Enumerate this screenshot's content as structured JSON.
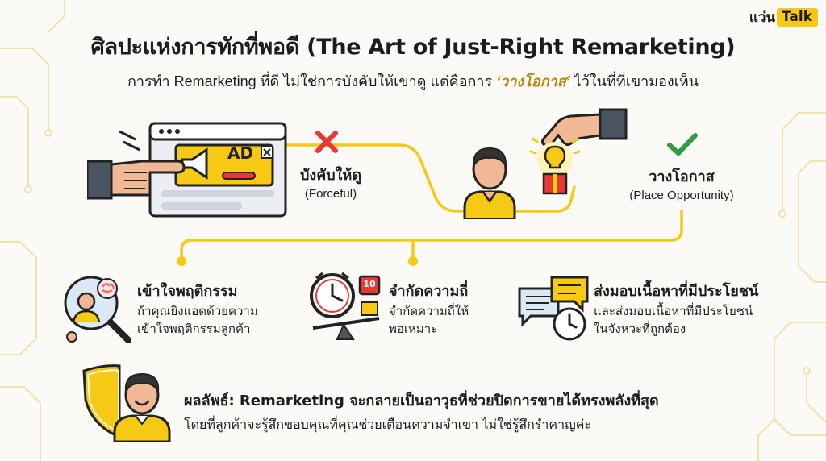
{
  "logo": {
    "prefix": "แว่น",
    "suffix": "Talk"
  },
  "title": "ศิลปะแห่งการทักที่พอดี (The Art of Just-Right Remarketing)",
  "subtitle": {
    "before": "การทำ Remarketing ที่ดี ไม่ใช่การบังคับให้เขาดู แต่คือการ ",
    "highlight": "‘วางโอกาส’",
    "after": " ไว้ในที่ที่เขามองเห็น"
  },
  "forceful": {
    "ad_text": "AD",
    "label": "บังคับให้ดู",
    "sublabel": "(Forceful)",
    "status_icon": "cross-icon"
  },
  "opportunity": {
    "label": "วางโอกาส",
    "sublabel": "(Place Opportunity)",
    "status_icon": "check-icon"
  },
  "steps": [
    {
      "title": "เข้าใจพฤติกรรม",
      "desc_line1": "ถ้าคุณยิงแอดด้วยความ",
      "desc_line2": "เข้าใจพฤติกรรมลูกค้า",
      "icon": "magnifier-brain-icon"
    },
    {
      "title": "จำกัดความถี่",
      "desc_line1": "จำกัดความถี่ให้",
      "desc_line2": "พอเหมาะ",
      "icon": "clock-scale-icon",
      "badge": "10"
    },
    {
      "title": "ส่งมอบเนื้อหาที่มีประโยชน์",
      "desc_line1": "และส่งมอบเนื้อหาที่มีประโยชน์",
      "desc_line2": "ในจังหวะที่ถูกต้อง",
      "icon": "chat-clock-icon"
    }
  ],
  "result": {
    "title": "ผลลัพธ์: Remarketing จะกลายเป็นอาวุธที่ช่วยปิดการขายได้ทรงพลังที่สุด",
    "desc": "โดยที่ลูกค้าจะรู้สึกขอบคุณที่คุณช่วยเตือนความจำเขา ไม่ใช่รู้สึกรำคาญค่ะ",
    "icon": "shield-person-icon"
  },
  "colors": {
    "accent": "#f6c915",
    "cross": "#e53935",
    "check": "#2e9e3e",
    "ink": "#1c1c1c"
  }
}
